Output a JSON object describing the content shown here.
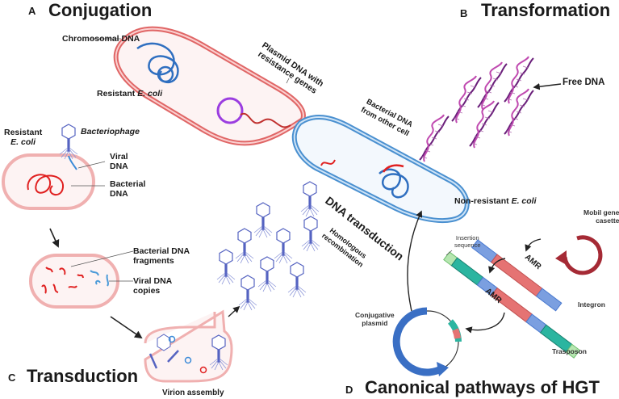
{
  "panels": {
    "a": {
      "letter": "A",
      "title": "Conjugation"
    },
    "b": {
      "letter": "B",
      "title": "Transformation"
    },
    "c": {
      "letter": "C",
      "title": "Transduction"
    },
    "d": {
      "letter": "D",
      "title": "Canonical pathways of HGT"
    }
  },
  "conjugation": {
    "chromosomal_dna": "Chromosomal DNA",
    "resistant_ecoli_prefix": "Resistant ",
    "resistant_ecoli_species": "E. coli",
    "plasmid_line1": "Plasmid DNA with",
    "plasmid_line2": "resistance genes",
    "bacterial_dna_line1": "Bacterial DNA",
    "bacterial_dna_line2": "from other cell",
    "nonresistant_prefix": "Non-resistant ",
    "nonresistant_species": "E. coli",
    "dna_transduction": "DNA transduction",
    "homologous_line1": "Homologous",
    "homologous_line2": "recombination"
  },
  "transformation": {
    "free_dna": "Free DNA"
  },
  "transduction": {
    "resistant_line1": "Resistant",
    "resistant_line2": "E. coli",
    "bacteriophage": "Bacteriophage",
    "viral_dna_line1": "Viral",
    "viral_dna_line2": "DNA",
    "bacterial_dna_line1": "Bacterial",
    "bacterial_dna_line2": "DNA",
    "fragments_line1": "Bacterial DNA",
    "fragments_line2": "fragments",
    "copies_line1": "Viral DNA",
    "copies_line2": "copies",
    "virion_assembly": "Virion assembly"
  },
  "hgt": {
    "mobile_line1": "Mobil gene",
    "mobile_line2": "casette",
    "insertion_line1": "Insertion",
    "insertion_line2": "sequence",
    "amr": "AMR",
    "integron": "Integron",
    "transposon": "Trasposon",
    "conjugative_line1": "Conjugative",
    "conjugative_line2": "plasmid"
  },
  "colors": {
    "resistant_cell": "#e06666",
    "nonresistant_cell": "#4a90d0",
    "dna_red": "#e02020",
    "dna_blue": "#2f6fc0",
    "plasmid_purple": "#9b3de0",
    "helix_purple": "#8a2a8a",
    "amr_red": "#e57373",
    "integron_blue": "#7b9fe0",
    "transposon_teal": "#2bb5a0",
    "insertion_green": "#b6e6b0",
    "gene_cassette": "#a52a35",
    "phage_blue": "#5563c1"
  }
}
